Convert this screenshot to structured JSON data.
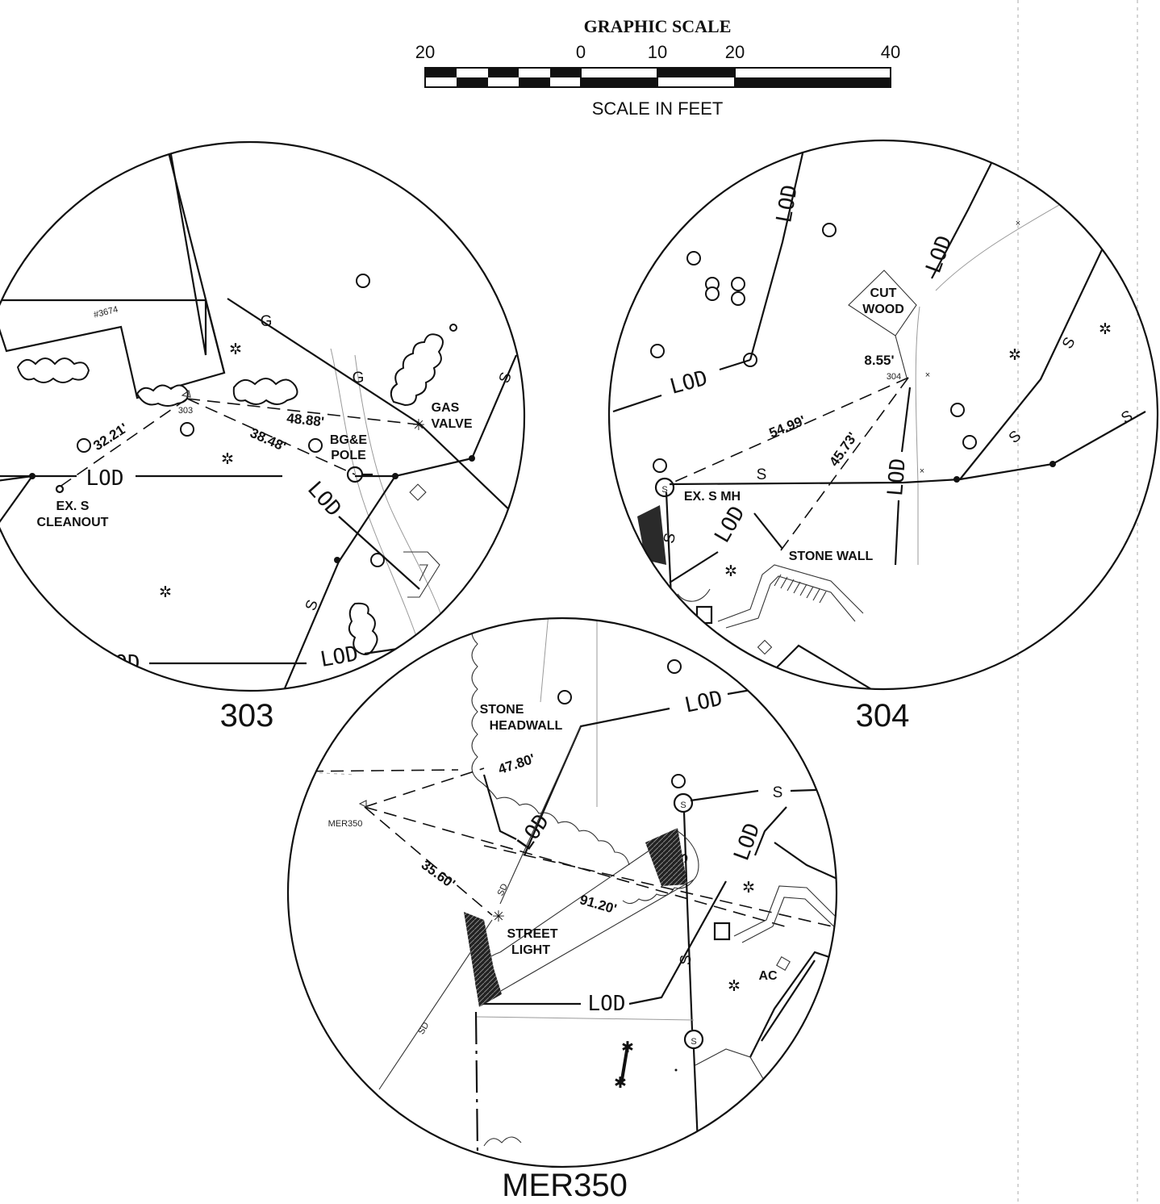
{
  "scale": {
    "title": "GRAPHIC SCALE",
    "ticks": [
      "20",
      "0",
      "10",
      "20",
      "40"
    ],
    "unit": "SCALE IN FEET"
  },
  "detail_303": {
    "title": "303",
    "house_number": "#3674",
    "point_label": "303",
    "dims": [
      "32.21'",
      "38.48'",
      "48.88'"
    ],
    "labels": {
      "gas_valve": [
        "GAS",
        "VALVE"
      ],
      "pole": [
        "BG&E",
        "POLE"
      ],
      "cleanout": [
        "EX. S",
        "CLEANOUT"
      ]
    },
    "lod": "LOD",
    "gas": "G",
    "sewer": "S"
  },
  "detail_304": {
    "title": "304",
    "point_label": "304",
    "dims": [
      "8.55'",
      "54.99'",
      "45.73'"
    ],
    "labels": {
      "cut_wood": [
        "CUT",
        "WOOD"
      ],
      "manhole": "EX. S MH",
      "stone_wall": "STONE WALL"
    },
    "lod": "LOD",
    "sewer": "S"
  },
  "detail_mer350": {
    "title": "MER350",
    "point_label": "MER350",
    "dims": [
      "47.80'",
      "35.60'",
      "91.20'"
    ],
    "labels": {
      "headwall": [
        "STONE",
        "HEADWALL"
      ],
      "street_light": [
        "STREET",
        "LIGHT"
      ],
      "ac": "AC"
    },
    "lod": "LOD",
    "sewer": "S",
    "storm": "SD"
  }
}
